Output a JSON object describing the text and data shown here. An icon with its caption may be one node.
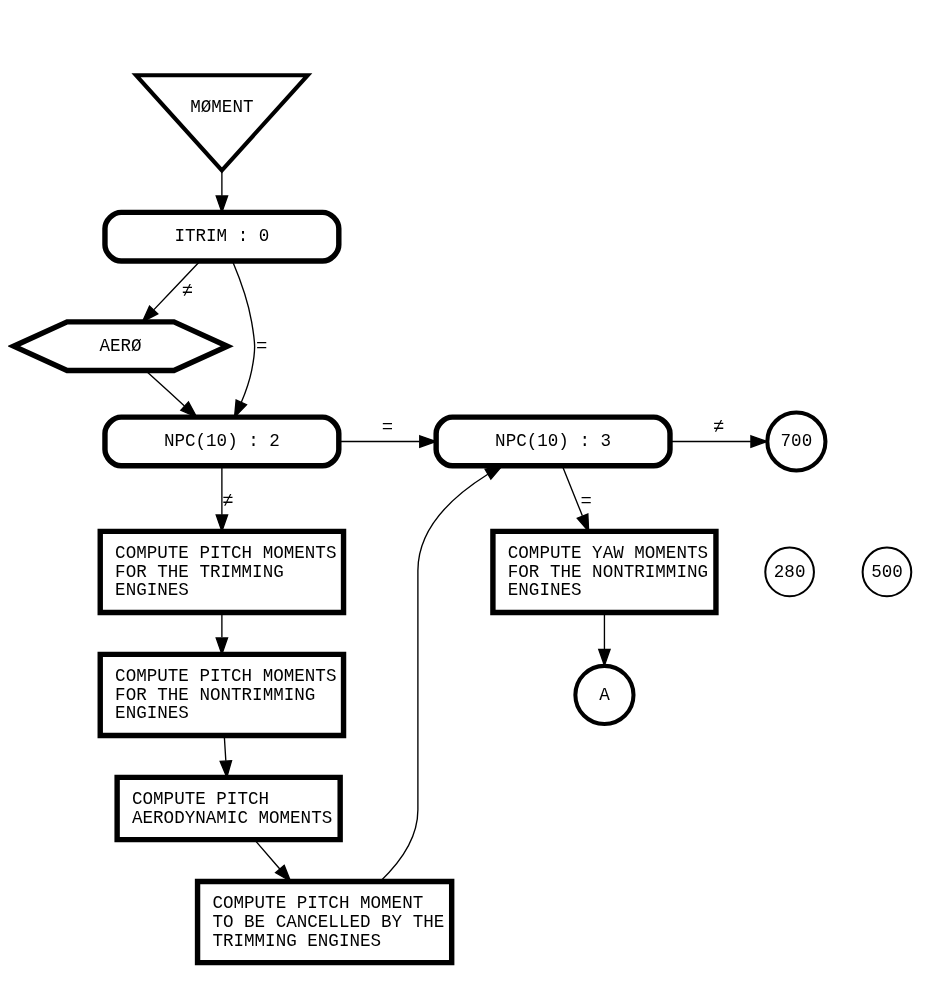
{
  "diagram": {
    "nodes": [
      {
        "text": [
          "MØMENT"
        ]
      },
      {
        "text": [
          "ITRIM : 0"
        ]
      },
      {
        "text": [
          "AERØ"
        ]
      },
      {
        "text": [
          "NPC(10) : 2"
        ]
      },
      {
        "text": [
          "280"
        ]
      },
      {
        "text": [
          "COMPUTE PITCH MOMENTS FOR THE TRIMMING ENGINES"
        ]
      },
      {
        "text": [
          "COMPUTE PITCH MOMENTS FOR THE NONTRIMMING ENGINES"
        ]
      },
      {
        "text": [
          "COMPUTE PITCH AERODYNAMIC MOMENTS"
        ]
      },
      {
        "text": [
          "COMPUTE PITCH MOMENT TO BE CANCELLED BY THE TRIMMING ENGINES"
        ]
      },
      {
        "text": [
          "NPC(10) : 3"
        ]
      },
      {
        "text": [
          "700"
        ]
      },
      {
        "text": [
          "500"
        ]
      },
      {
        "text": [
          "COMPUTE YAW MOMENTS FOR THE NONTRIMMING ENGINES"
        ]
      },
      {
        "text": [
          "A"
        ]
      }
    ],
    "edges": [
      {
        "from": 0,
        "to": 1,
        "arrow": "to"
      },
      {
        "from": 1,
        "to": 2,
        "arrow": "to",
        "label": "≠"
      },
      {
        "from": 1,
        "to": 3,
        "arrow": "to",
        "label": "="
      },
      {
        "from": 2,
        "to": 3,
        "arrow": "to"
      },
      {
        "from": 3,
        "to": 5,
        "arrow": "to",
        "label": "≠"
      },
      {
        "from": 3,
        "to": 9,
        "arrow": "to",
        "label": "="
      },
      {
        "from": 5,
        "to": 6,
        "arrow": "to"
      },
      {
        "from": 6,
        "to": 7,
        "arrow": "to"
      },
      {
        "from": 7,
        "to": 8,
        "arrow": "to"
      },
      {
        "from": 8,
        "to": 9,
        "arrow": "to"
      },
      {
        "from": 9,
        "to": 10,
        "arrow": "to",
        "label": "≠"
      },
      {
        "from": 9,
        "to": 12,
        "arrow": "to",
        "label": "="
      },
      {
        "from": 12,
        "to": 13,
        "arrow": "to"
      }
    ]
  }
}
